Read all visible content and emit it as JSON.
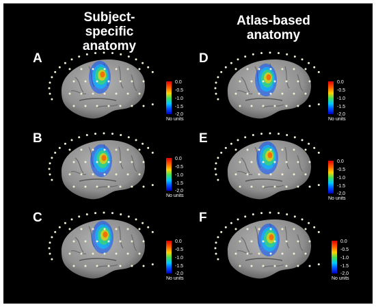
{
  "columns": {
    "left_title_line1": "Subject-",
    "left_title_line2": "specific",
    "left_title_line3": "anatomy",
    "right_title_line1": "Atlas-based",
    "right_title_line2": "anatomy"
  },
  "panels": [
    {
      "letter": "A"
    },
    {
      "letter": "B"
    },
    {
      "letter": "C"
    },
    {
      "letter": "D"
    },
    {
      "letter": "E"
    },
    {
      "letter": "F"
    }
  ],
  "colorbar": {
    "ticks": [
      "0.0",
      "-0.5",
      "-1.0",
      "-1.5",
      "-2.0"
    ],
    "units": "No units",
    "colors": [
      "#e00000",
      "#ff5a00",
      "#ffd200",
      "#3ee05a",
      "#00c8ff",
      "#0050ff",
      "#0000c8"
    ]
  },
  "background_color": "#000000",
  "brain_color": "#8f8f8f",
  "electrode_color": "#f3f0d8"
}
